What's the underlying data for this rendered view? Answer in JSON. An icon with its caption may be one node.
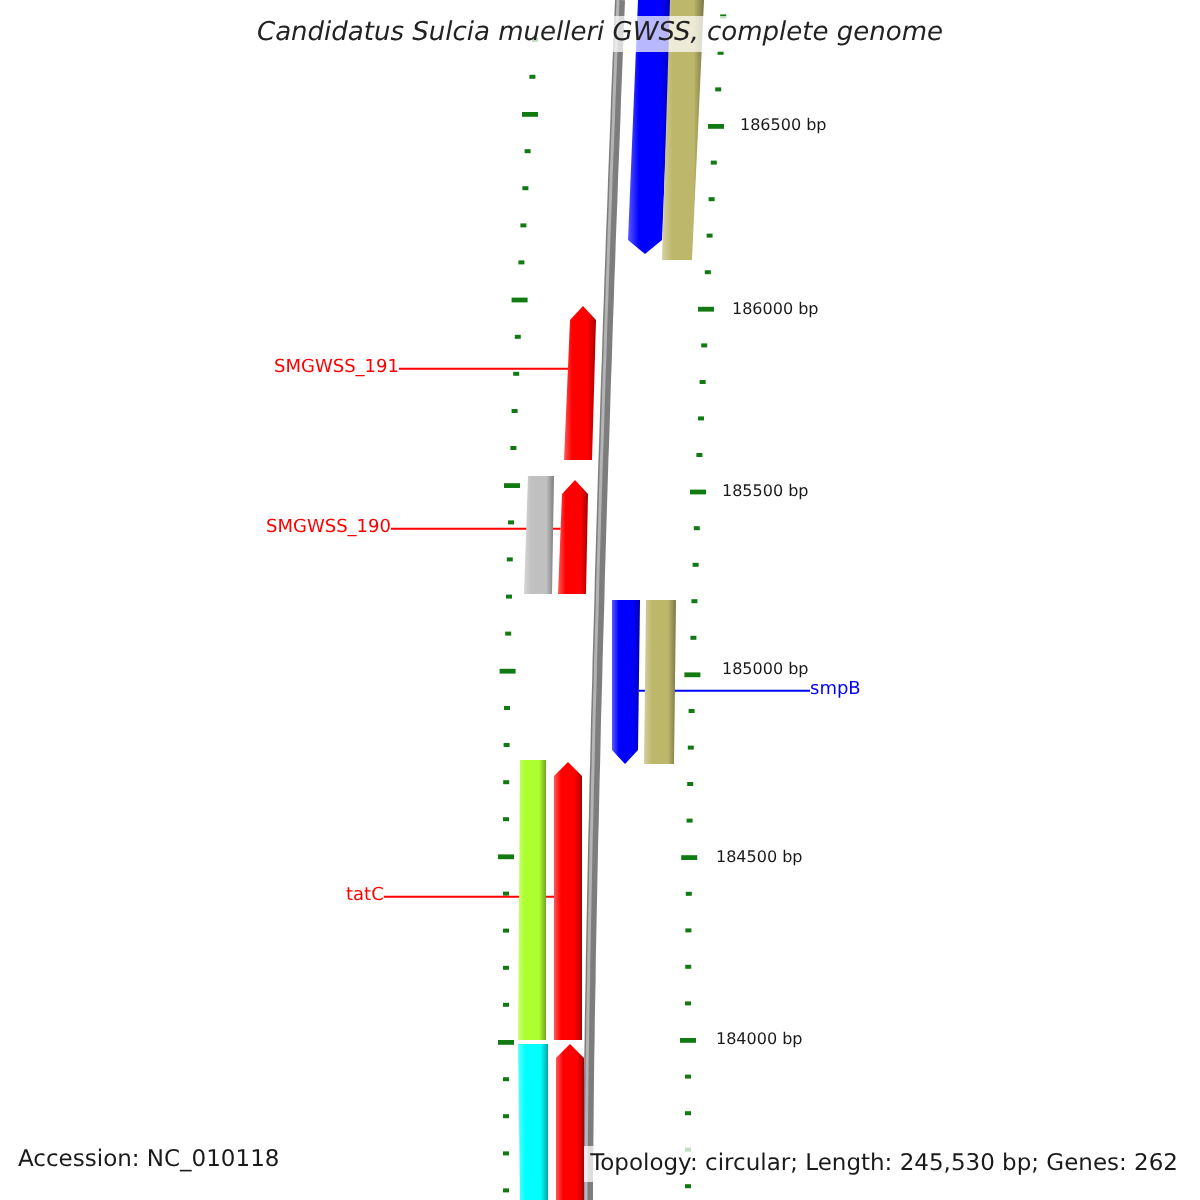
{
  "diagram": {
    "title": "Candidatus Sulcia muelleri GWSS, complete genome",
    "nodes": [
      {
        "text": [],
        "shape": "pentagon"
      },
      {
        "text": [],
        "shape": "bar"
      },
      {
        "text": [],
        "shape": "pentagon"
      },
      {
        "text": [
          "SMGWSS_191"
        ]
      },
      {
        "text": [],
        "shape": "bar"
      },
      {
        "text": [],
        "shape": "pentagon"
      },
      {
        "text": [
          "SMGWSS_190"
        ]
      },
      {
        "text": [],
        "shape": "pentagon"
      },
      {
        "text": [],
        "shape": "bar"
      },
      {
        "text": [
          "smpB"
        ]
      },
      {
        "text": [],
        "shape": "bar"
      },
      {
        "text": [],
        "shape": "pentagon"
      },
      {
        "text": [
          "tatC"
        ]
      },
      {
        "text": [],
        "shape": "bar"
      },
      {
        "text": [],
        "shape": "pentagon"
      }
    ],
    "edges": [
      {
        "from": 3,
        "to": 2,
        "arrow": "none"
      },
      {
        "from": 6,
        "to": 5,
        "arrow": "none"
      },
      {
        "from": 9,
        "to": 7,
        "arrow": "none",
        "color": "#0000ff"
      },
      {
        "from": 12,
        "to": 11,
        "arrow": "none"
      }
    ],
    "labels": [
      "186500 bp",
      "186000 bp",
      "185500 bp",
      "185000 bp",
      "184500 bp",
      "184000 bp",
      "Accession: NC_010118",
      "Topology: circular; Length: 245,530 bp; Genes: 262"
    ]
  }
}
